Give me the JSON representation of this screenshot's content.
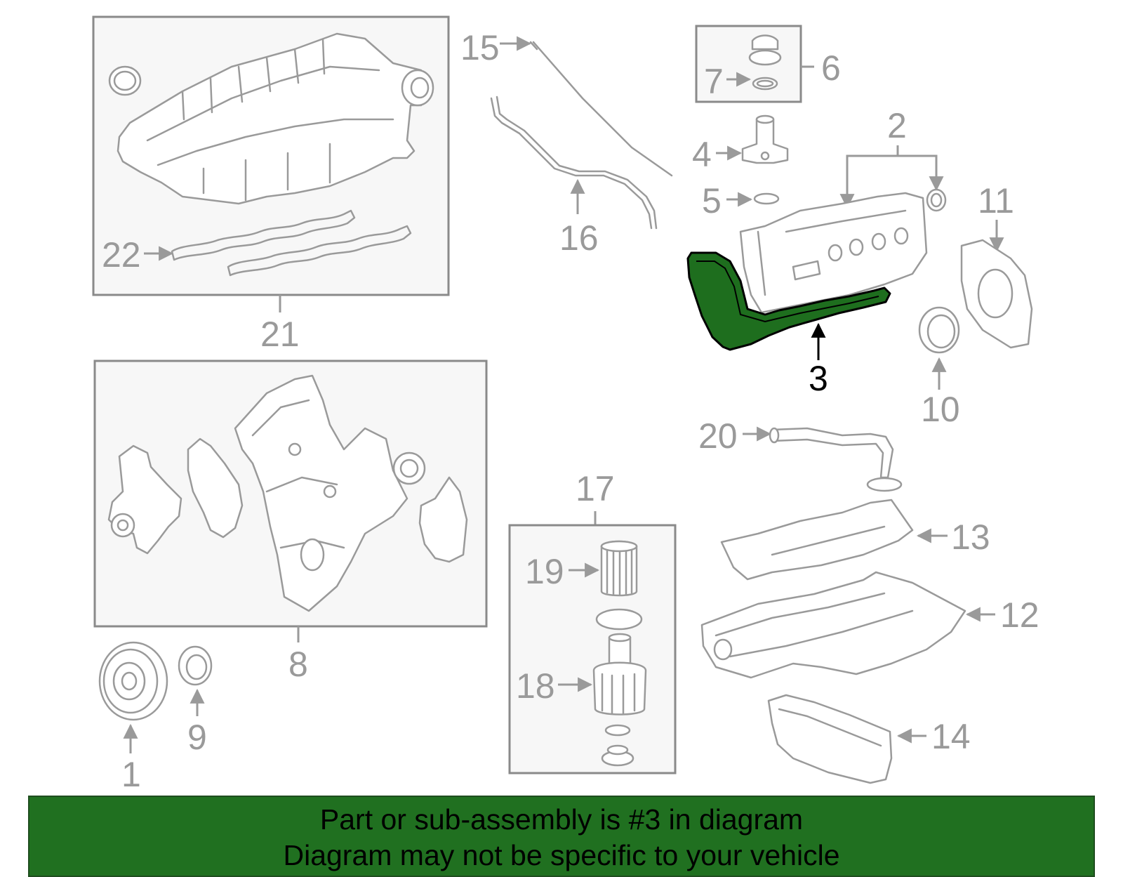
{
  "colors": {
    "highlight": "#1e6e1e",
    "banner": "#207020",
    "line_art": "#9a9a9a",
    "box_fill": "#f7f7f7"
  },
  "highlighted_part": "3",
  "callouts": {
    "p1": "1",
    "p2": "2",
    "p3": "3",
    "p4": "4",
    "p5": "5",
    "p6": "6",
    "p7": "7",
    "p8": "8",
    "p9": "9",
    "p10": "10",
    "p11": "11",
    "p12": "12",
    "p13": "13",
    "p14": "14",
    "p15": "15",
    "p16": "16",
    "p17": "17",
    "p18": "18",
    "p19": "19",
    "p20": "20",
    "p21": "21",
    "p22": "22"
  },
  "banner": {
    "line1": "Part or sub-assembly is #3 in diagram",
    "line2": "Diagram may not be specific to your vehicle"
  }
}
